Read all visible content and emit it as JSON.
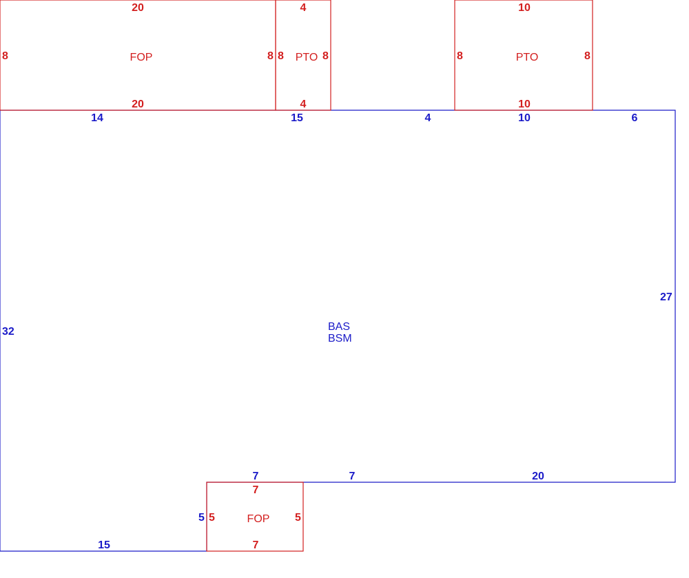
{
  "colors": {
    "addition": "#d31f1f",
    "main": "#1a1ac8"
  },
  "main_area": {
    "codes": [
      "BAS",
      "BSM"
    ],
    "dims": {
      "top_a": "14",
      "top_b": "15",
      "top_c": "4",
      "top_d": "10",
      "top_e": "6",
      "right": "27",
      "left": "32",
      "step_a": "7",
      "step_b": "7",
      "step_c": "20",
      "step_left": "5",
      "bottom": "15"
    }
  },
  "fop_top": {
    "code": "FOP",
    "top": "20",
    "bottom": "20",
    "left": "8",
    "right": "8"
  },
  "pto_small": {
    "code": "PTO",
    "top": "4",
    "bottom": "4",
    "left": "8",
    "right": "8"
  },
  "pto_right": {
    "code": "PTO",
    "top": "10",
    "bottom": "10",
    "left": "8",
    "right": "8"
  },
  "fop_bottom": {
    "code": "FOP",
    "top": "7",
    "bottom": "7",
    "left": "5",
    "right": "5"
  }
}
